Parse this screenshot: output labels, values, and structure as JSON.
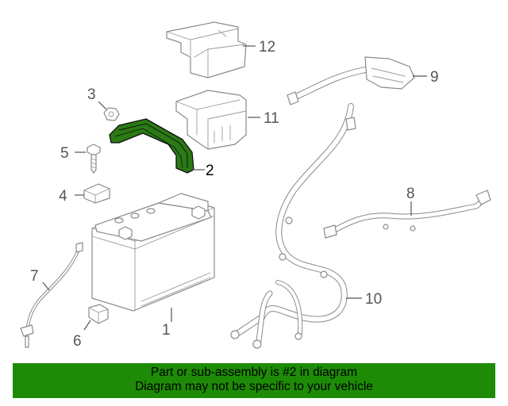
{
  "callouts": {
    "c1": "1",
    "c2": "2",
    "c3": "3",
    "c4": "4",
    "c5": "5",
    "c6": "6",
    "c7": "7",
    "c8": "8",
    "c9": "9",
    "c10": "10",
    "c11": "11",
    "c12": "12"
  },
  "highlight_color": "#2b7a14",
  "banner": {
    "line1": "Part or sub-assembly is #2 in diagram",
    "line2": "Diagram may not be specific to your vehicle",
    "background": "#1d8b06"
  }
}
